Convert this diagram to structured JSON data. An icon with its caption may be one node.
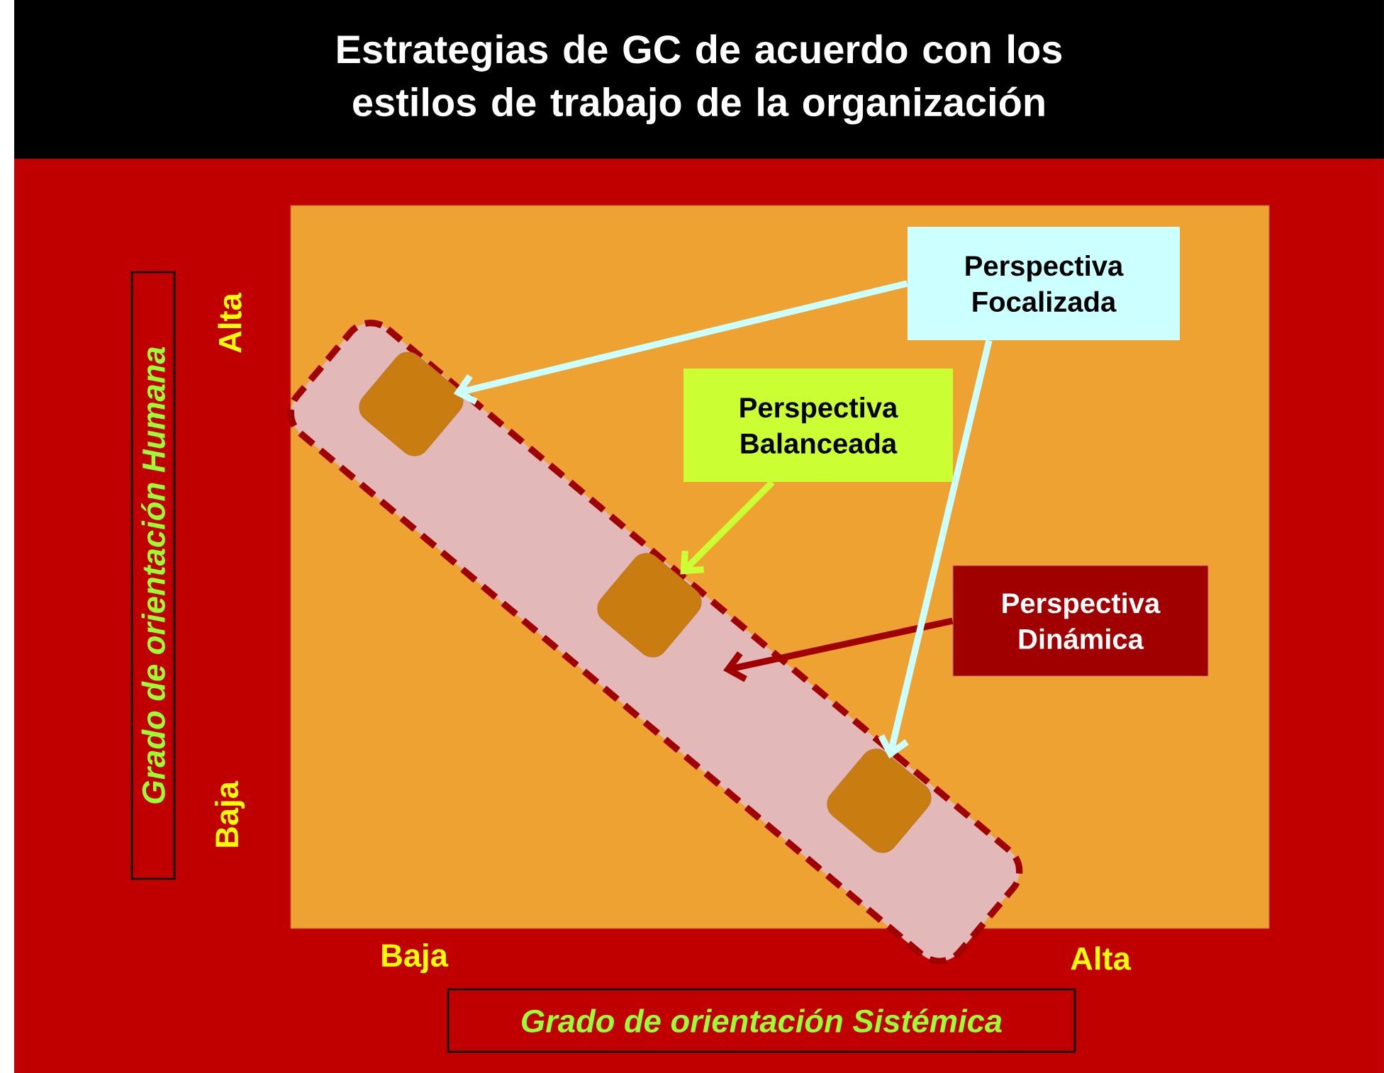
{
  "diagram": {
    "title": "Estrategias de GC de acuerdo con los estilos de trabajo de la organización",
    "nodes": [
      {
        "text": [],
        "shape": "box"
      },
      {
        "text": [],
        "shape": "box",
        "in": 0
      },
      {
        "text": [],
        "shape": "box",
        "in": 0
      },
      {
        "text": [],
        "shape": "box",
        "in": 0
      },
      {
        "text": [
          "Perspectiva Focalizada"
        ]
      },
      {
        "text": [
          "Perspectiva Balanceada"
        ]
      },
      {
        "text": [
          "Perspectiva Dinámica"
        ]
      }
    ],
    "edges": [
      {
        "from": 4,
        "to": 1,
        "arrow": "to",
        "color": "#ccffff"
      },
      {
        "from": 5,
        "to": 2,
        "arrow": "to",
        "color": "#ccff33"
      },
      {
        "from": 6,
        "to": 0,
        "arrow": "to",
        "color": "#a00000"
      },
      {
        "from": 4,
        "to": 3,
        "arrow": "to",
        "color": "#ccffff"
      }
    ],
    "labels": [
      "Alta",
      "Baja",
      "Grado de orientación Humana",
      "Baja",
      "Alta",
      "Grado de orientación Sistémica"
    ]
  }
}
